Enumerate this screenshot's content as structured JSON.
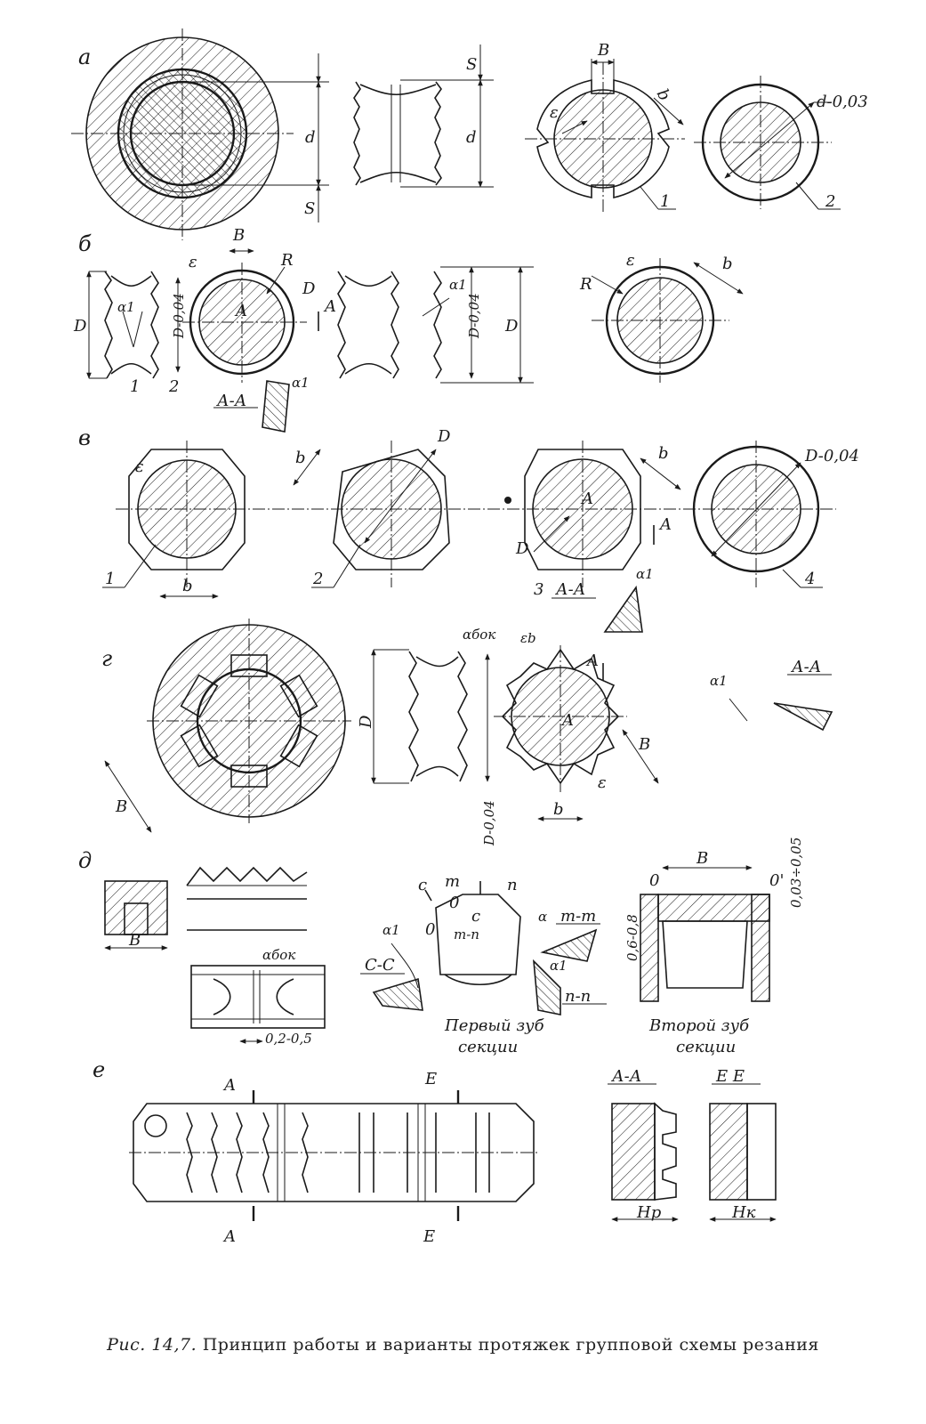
{
  "figure": {
    "caption_number": "Рис. 14,7.",
    "caption_text": "Принцип работы и варианты протяжек групповой схемы резания"
  },
  "sections": {
    "a": {
      "letter": "а",
      "labels": {
        "S_top": "S",
        "S_bottom": "S",
        "d_left": "d",
        "d_mid": "d",
        "B": "B",
        "b": "b",
        "eps": "ε",
        "d_tol": "d-0,03",
        "n1": "1",
        "n2": "2"
      }
    },
    "b": {
      "letter": "б",
      "labels": {
        "D_left": "D",
        "D_tol_left": "D-0,04",
        "alpha1_left": "α1",
        "n1": "1",
        "n2": "2",
        "B": "B",
        "eps": "ε",
        "R": "R",
        "D_mid": "D",
        "A_mid": "A",
        "A_mark": "A",
        "AA": "А-А",
        "alpha1_sec": "α1",
        "alpha1_right": "α1",
        "D_tol_right": "D-0,04",
        "D_right": "D",
        "eps2": "ε",
        "b2": "b",
        "R2": "R"
      }
    },
    "v": {
      "letter": "в",
      "labels": {
        "eps": "ε",
        "b_bottom": "b",
        "n1": "1",
        "b2": "b",
        "D2": "D",
        "n2": "2",
        "b3": "b",
        "A3": "A",
        "A_mark": "A",
        "D3": "D",
        "n3": "3",
        "AA": "А-А",
        "alpha1": "α1",
        "D_tol": "D-0,04",
        "n4": "4"
      }
    },
    "g": {
      "letter": "г",
      "labels": {
        "B_left": "B",
        "D_side": "D",
        "D_tol": "D-0,04",
        "alpha_bok": "αбок",
        "eps_b": "εb",
        "A_mark": "A",
        "A_inner": "A",
        "B_right": "B",
        "eps": "ε",
        "b_bottom": "b",
        "alpha1": "α1",
        "AA": "А-А"
      }
    },
    "d": {
      "letter": "д",
      "labels": {
        "B_left": "B",
        "alpha_bok": "αбок",
        "gap": "0,2-0,5",
        "c": "c",
        "m": "m",
        "n": "n",
        "alpha": "α",
        "mm": "m-m",
        "alpha1_left": "α1",
        "o": "0",
        "o2": "0",
        "c2": "c",
        "mn": "m-n",
        "cc": "C-C",
        "alpha1_right": "α1",
        "nn": "n-n",
        "first_tooth": "Первый зуб",
        "first_tooth2": "секции",
        "B_top": "B",
        "o3": "0",
        "o4": "0'",
        "h_range": "0,6-0,8",
        "tol": "0,03÷0,05",
        "second_tooth": "Второй зуб",
        "second_tooth2": "секции"
      }
    },
    "e": {
      "letter": "е",
      "labels": {
        "A_top": "A",
        "E_top": "E",
        "A_bot": "A",
        "E_bot": "E",
        "AA": "А-А",
        "EE": "Е Е",
        "Hr": "Hр",
        "Hk": "Hк"
      }
    }
  }
}
